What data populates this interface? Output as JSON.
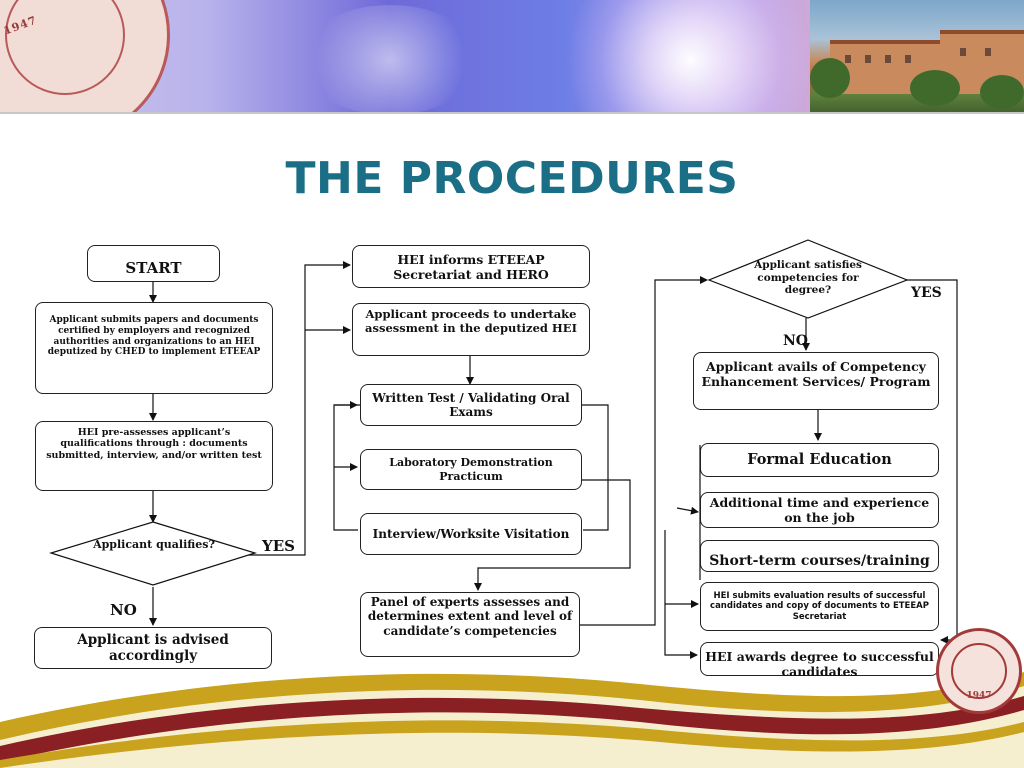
{
  "title": "THE PROCEDURES",
  "banner": {
    "seal_text": "1947",
    "footer_seal_text": "1947"
  },
  "flow": {
    "start": "START",
    "submit": "Applicant submits papers and documents certified by employers and recognized authorities and organizations to an HEI deputized by CHED to implement ETEEAP",
    "preassess": "HEI pre-assesses applicant’s qualifications through : documents submitted, interview, and/or written test",
    "qualifies": "Applicant qualifies?",
    "yes_1": "YES",
    "no_1": "NO",
    "advised": "Applicant is advised accordingly",
    "inform": "HEI informs ETEEAP Secretariat and HERO",
    "proceeds": "Applicant proceeds to undertake assessment in the deputized HEI",
    "written_test": "Written Test / Validating Oral Exams",
    "lab_demo": "Laboratory Demonstration Practicum",
    "interview": "Interview/Worksite Visitation",
    "panel": "Panel of experts assesses and determines extent and level of candidate’s competencies",
    "satisfies": "Applicant satisfies competencies for degree?",
    "yes_2": "YES",
    "no_2": "NO",
    "avails": "Applicant avails of Competency Enhancement Services/ Program",
    "formal_ed": "Formal Education",
    "additional": "Additional time and experience on the job",
    "short_term": "Short-term courses/training",
    "evaluation": "HEI submits evaluation results of successful candidates and copy of documents to ETEEAP Secretariat",
    "awards": "HEI awards degree to successful candidates"
  },
  "colors": {
    "title": "#1a6e86",
    "swoosh_gold": "#c9a21e",
    "swoosh_maroon": "#8a1f24",
    "box_border": "#222222"
  }
}
